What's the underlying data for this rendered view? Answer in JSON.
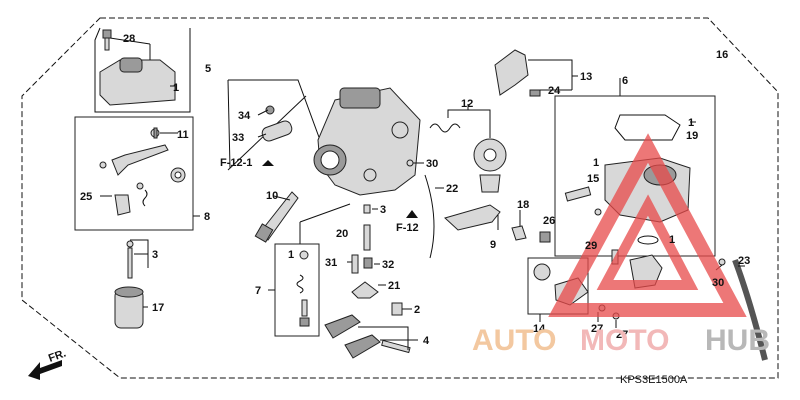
{
  "callouts": {
    "c28": "28",
    "c5": "5",
    "c1a": "1",
    "c11": "11",
    "c25": "25",
    "c8": "8",
    "c3a": "3",
    "c17": "17",
    "c34": "34",
    "c33": "33",
    "c10": "10",
    "c7": "7",
    "c1b": "1",
    "c20": "20",
    "c3b": "3",
    "c31": "31",
    "c32": "32",
    "c21": "21",
    "c2": "2",
    "c4": "4",
    "c12": "12",
    "c30a": "30",
    "c22": "22",
    "c13": "13",
    "c24": "24",
    "c9": "9",
    "c18": "18",
    "c26": "26",
    "c16": "16",
    "c6": "6",
    "c1c": "1",
    "c19": "19",
    "c1d": "1",
    "c15": "15",
    "c1e": "1",
    "c29": "29",
    "c30b": "30",
    "c23": "23",
    "c14": "14",
    "c27a": "27",
    "c27b": "27"
  },
  "refs": {
    "f121": "F-12-1",
    "f12": "F-12"
  },
  "front_label": "FR.",
  "part_code": "KPS3E1500A",
  "watermark": {
    "auto": "AUTO",
    "moto": "MOTO",
    "hub": "HUB",
    "color_auto": "#f3c8a0",
    "color_moto": "#f2b8b8",
    "color_hub": "#b8b8b8",
    "logo_color": "#e84a4a"
  }
}
